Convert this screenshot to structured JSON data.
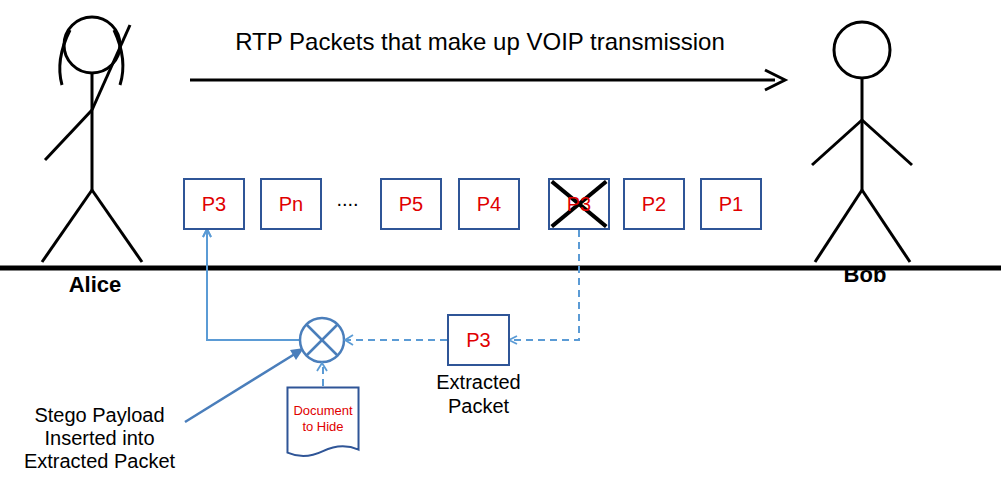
{
  "diagram": {
    "nodes": [
      {
        "text": [
          "P3"
        ]
      },
      {
        "text": [
          "Pn"
        ]
      },
      {
        "text": [
          "P5"
        ]
      },
      {
        "text": [
          "P4"
        ]
      },
      {
        "text": [
          "P3"
        ]
      },
      {
        "text": [
          "P2"
        ]
      },
      {
        "text": [
          "P1"
        ]
      },
      {
        "text": [
          "P3",
          "Extracted Packet"
        ]
      },
      {
        "text": [
          "Document to Hide"
        ]
      }
    ],
    "edges": [
      {
        "from": 4,
        "to": 7,
        "arrow": "to"
      },
      {
        "from": 7,
        "to": 0,
        "arrow": "to"
      },
      {
        "from": 8,
        "to": 0,
        "arrow": "to"
      }
    ],
    "labels": [
      "RTP Packets that make up VOIP transmission",
      "....",
      "Alice",
      "Bob",
      "Stego Payload Inserted into Extracted Packet"
    ]
  }
}
